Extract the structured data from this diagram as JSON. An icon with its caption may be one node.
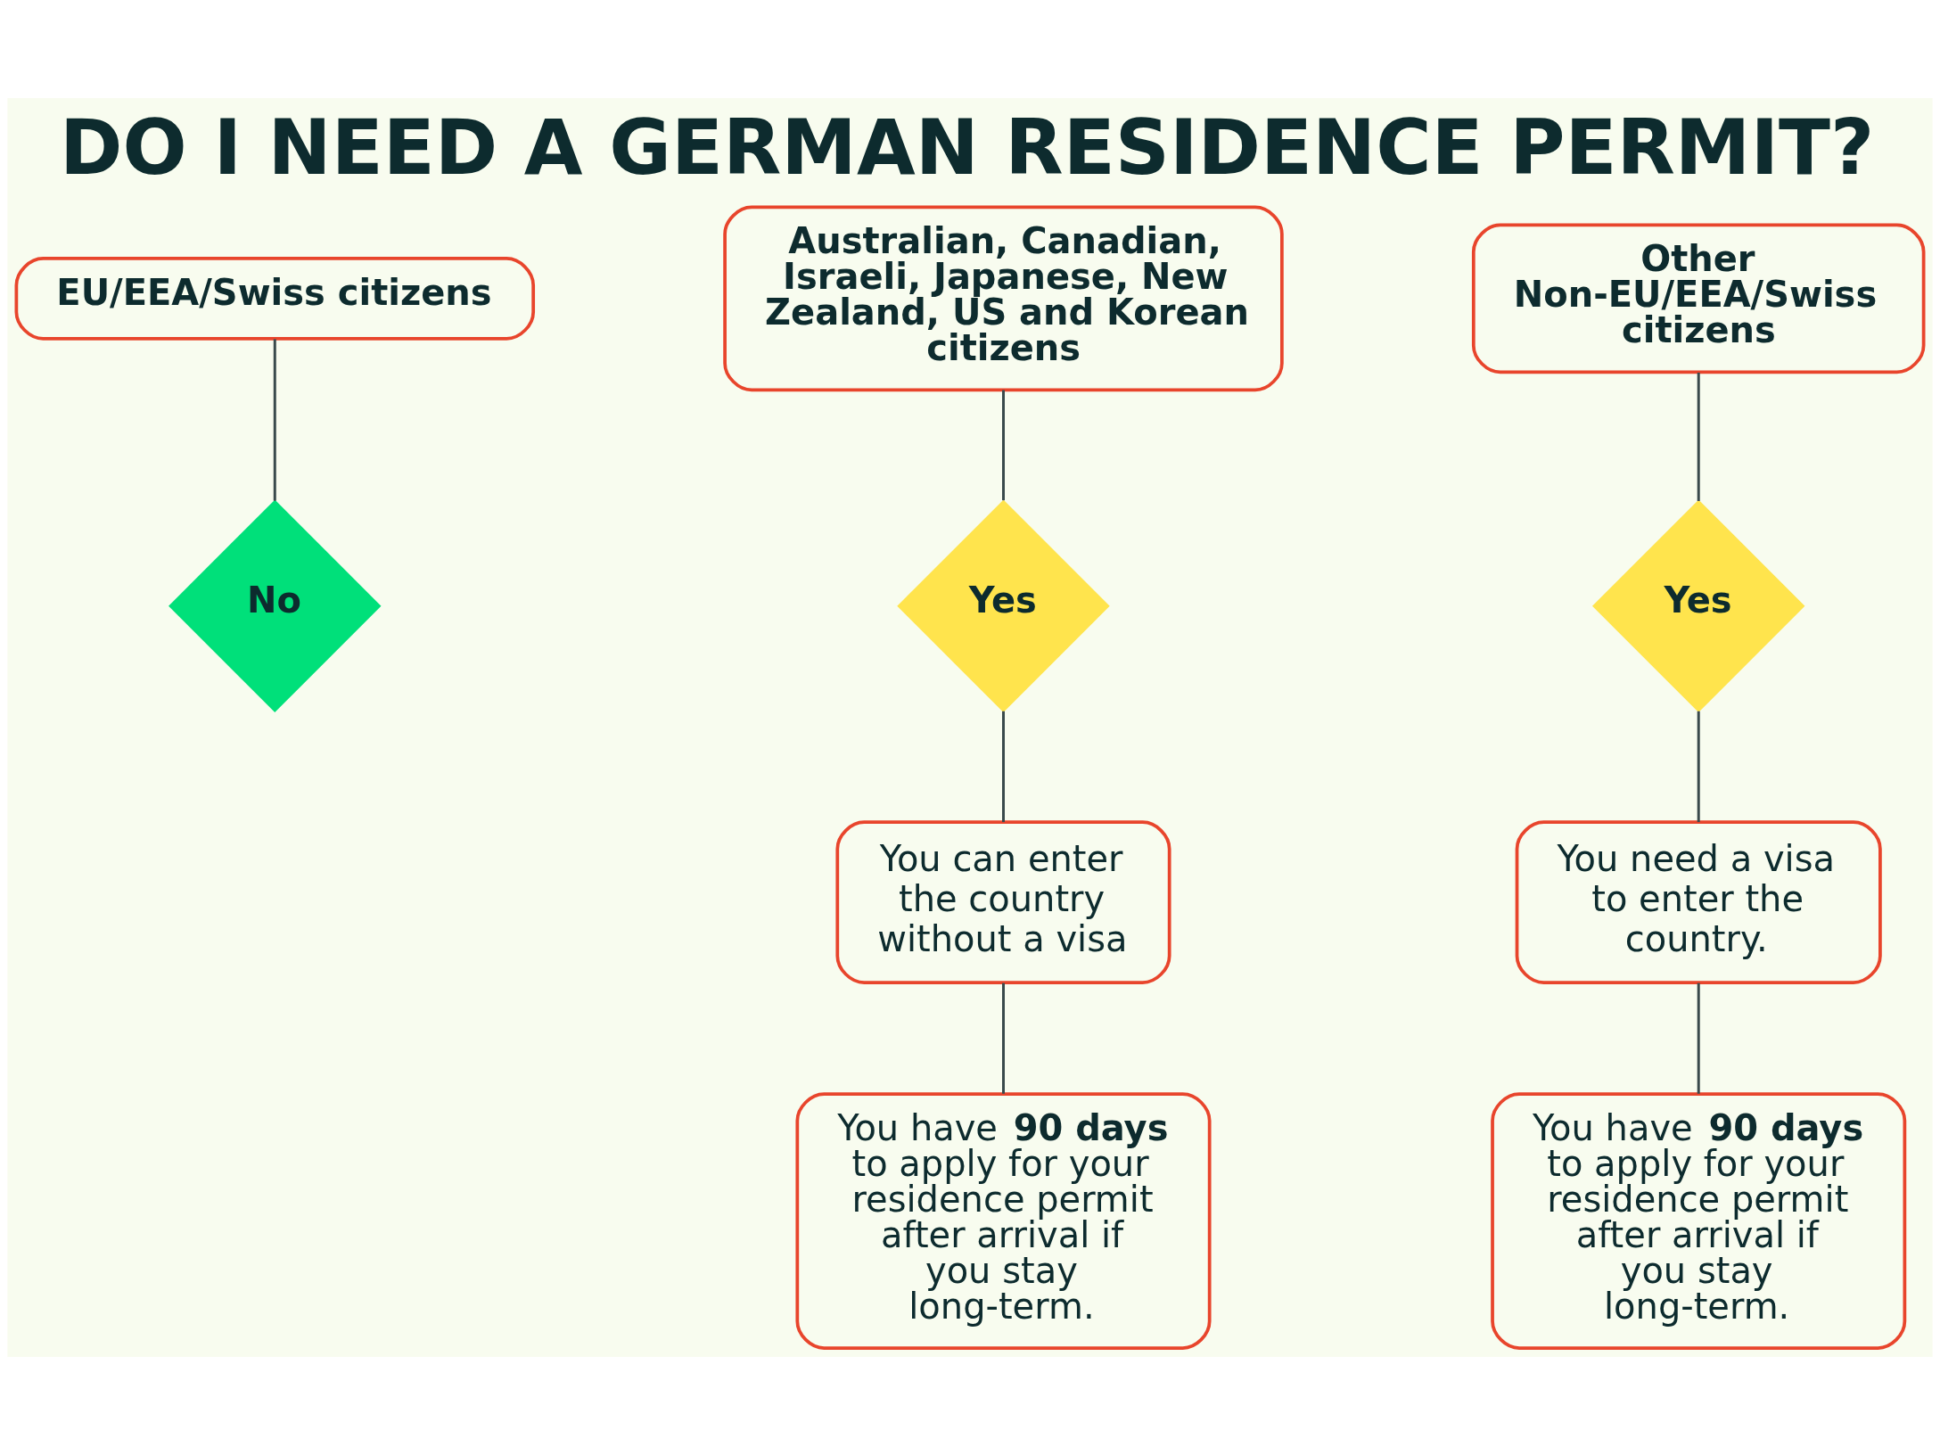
{
  "diagram": {
    "title": "DO I NEED A GERMAN RESIDENCE PERMIT?",
    "nodes": [
      {
        "text": [
          "EU/EEA/Swiss citizens"
        ]
      },
      {
        "text": [
          "Australian, Canadian, Israeli, Japanese, New Zealand, US and Korean citizens"
        ]
      },
      {
        "text": [
          "Other Non-EU/EEA/Swiss citizens"
        ]
      },
      {
        "text": [
          "No"
        ]
      },
      {
        "text": [
          "Yes"
        ]
      },
      {
        "text": [
          "Yes"
        ]
      },
      {
        "text": [
          "You can enter the country without a visa"
        ]
      },
      {
        "text": [
          "You need a visa to enter the country."
        ]
      },
      {
        "text": [
          "You have **90 days** to apply for your residence permit after arrival if you stay long-term."
        ]
      },
      {
        "text": [
          "You have **90 days** to apply for your residence permit after arrival if you stay long-term."
        ]
      }
    ],
    "edges": [
      {
        "from": 0,
        "to": 3,
        "arrow": "none"
      },
      {
        "from": 1,
        "to": 4,
        "arrow": "none"
      },
      {
        "from": 2,
        "to": 5,
        "arrow": "none"
      },
      {
        "from": 4,
        "to": 6,
        "arrow": "none"
      },
      {
        "from": 5,
        "to": 7,
        "arrow": "none"
      },
      {
        "from": 6,
        "to": 8,
        "arrow": "none"
      },
      {
        "from": 7,
        "to": 9,
        "arrow": "none"
      }
    ]
  }
}
